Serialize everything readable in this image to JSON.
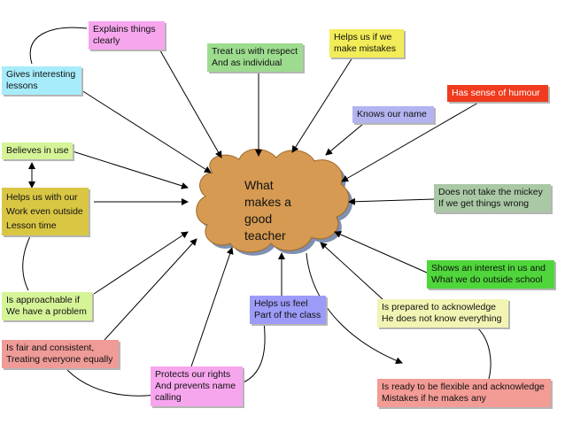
{
  "center": {
    "lines": [
      "What",
      "makes a",
      "good",
      "teacher"
    ]
  },
  "boxes": {
    "explains": [
      "Explains things",
      "clearly"
    ],
    "respect": [
      "Treat us with respect",
      "And as individual"
    ],
    "mistakes": [
      "Helps us if we",
      "make mistakes"
    ],
    "interesting": [
      "Gives interesting",
      "lessons"
    ],
    "humour": [
      "Has sense of humour"
    ],
    "name": [
      "Knows our name"
    ],
    "believes": [
      "Believes in use"
    ],
    "work": [
      "Helps us with our",
      "Work even outside",
      "Lesson time"
    ],
    "mickey": [
      "Does not take the mickey",
      "If we get things wrong"
    ],
    "interest": [
      "Shows an interest in us and",
      "What we do outside school"
    ],
    "approachable": [
      "Is approachable if",
      "We have a problem"
    ],
    "feel": [
      "Helps us feel",
      "Part of the class"
    ],
    "acknowledge": [
      "Is prepared to acknowledge",
      "He does not know everything"
    ],
    "fair": [
      "Is fair and consistent,",
      "Treating everyone equally"
    ],
    "rights": [
      "Protects our rights",
      "And prevents name",
      "calling"
    ],
    "flexible": [
      "Is ready to be flexible and acknowledge",
      "Mistakes if he makes any"
    ]
  },
  "colors": {
    "cloud_fill": "#d69a52",
    "cloud_shadow": "#7f8fb0",
    "arrow": "#000000"
  }
}
